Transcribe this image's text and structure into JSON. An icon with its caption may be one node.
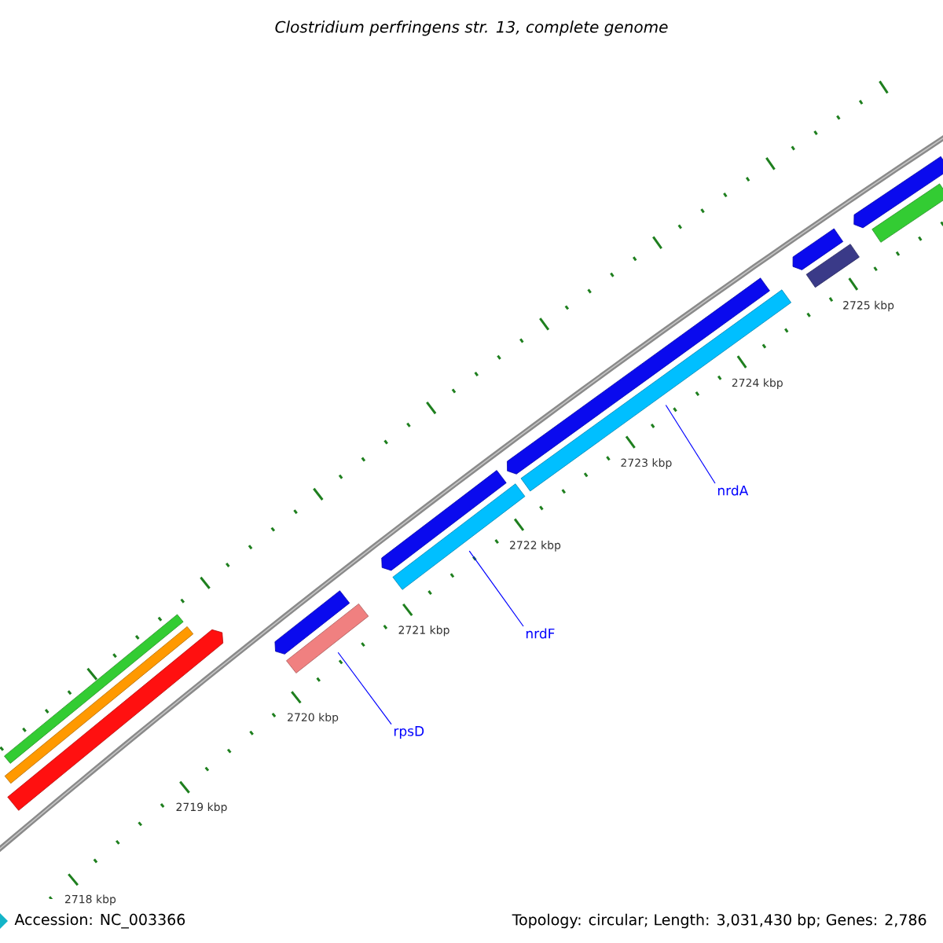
{
  "diagram": {
    "title": "Clostridium perfringens str. 13, complete genome",
    "nodes": [
      {
        "text": [],
        "shape": "bar"
      },
      {
        "text": [],
        "shape": "bar"
      },
      {
        "text": [],
        "shape": "bar"
      },
      {
        "text": [],
        "shape": "bar"
      },
      {
        "text": [],
        "shape": "bar"
      },
      {
        "text": [
          "rpsD"
        ]
      },
      {
        "text": [],
        "shape": "bar"
      },
      {
        "text": [],
        "shape": "bar"
      },
      {
        "text": [
          "nrdF"
        ]
      },
      {
        "text": [],
        "shape": "bar"
      },
      {
        "text": [],
        "shape": "bar"
      },
      {
        "text": [
          "nrdA"
        ]
      },
      {
        "text": [],
        "shape": "bar"
      },
      {
        "text": [],
        "shape": "bar"
      },
      {
        "text": [],
        "shape": "bar"
      },
      {
        "text": [],
        "shape": "bar"
      }
    ],
    "edges": [
      {
        "from": 5,
        "to": 4,
        "arrow": "none"
      },
      {
        "from": 8,
        "to": 7,
        "arrow": "none"
      },
      {
        "from": 11,
        "to": 10,
        "arrow": "none"
      }
    ],
    "labels": [
      "2718 kbp",
      "2719 kbp",
      "2720 kbp",
      "2721 kbp",
      "2722 kbp",
      "2723 kbp",
      "2724 kbp",
      "2725 kbp",
      "Accession: NC_003366",
      "Topology: circular; Length: 3,031,430 bp; Genes: 2,786"
    ]
  }
}
